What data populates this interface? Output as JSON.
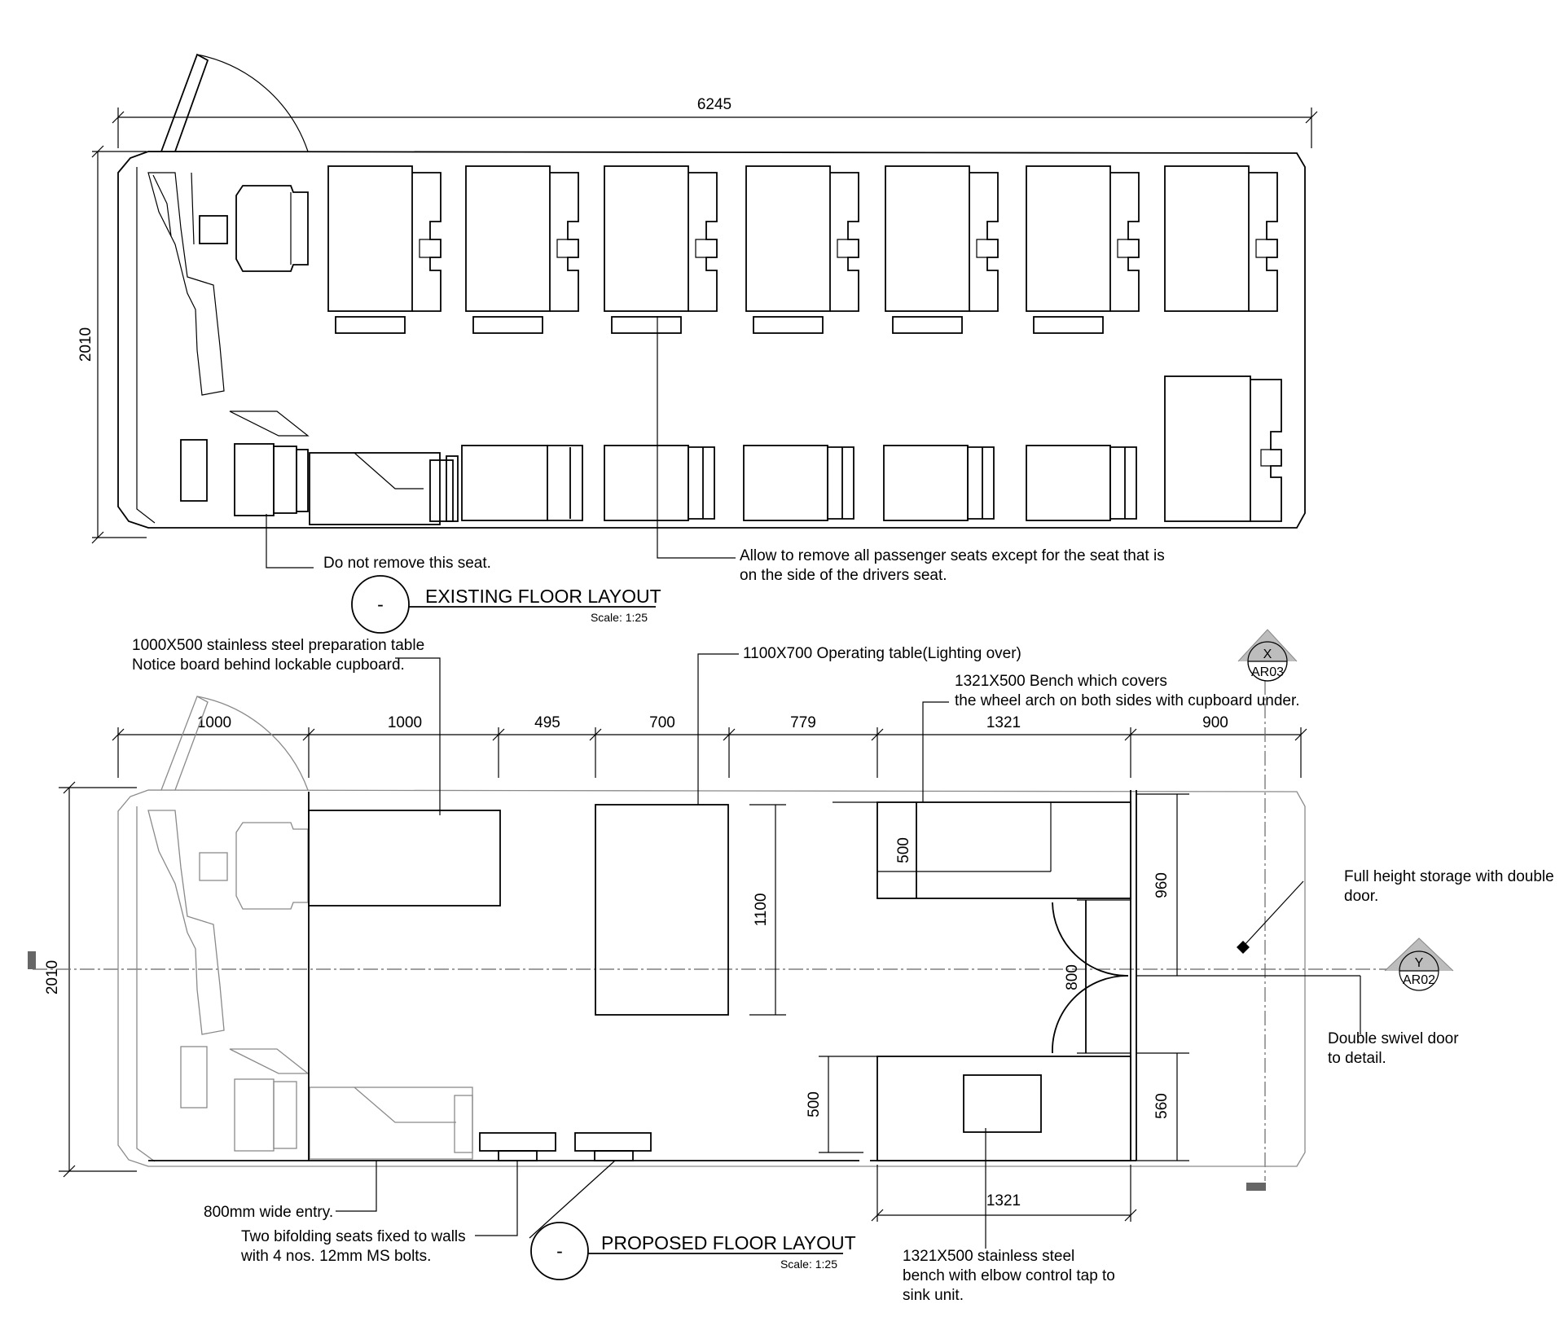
{
  "existing": {
    "overall_length": "6245",
    "overall_width": "2010",
    "title": "EXISTING FLOOR LAYOUT",
    "scale": "Scale: 1:25",
    "marker": "-",
    "notes": {
      "keep_seat": "Do not remove this seat.",
      "remove_seats_line1": "Allow to remove all passenger seats except for the seat that is",
      "remove_seats_line2": "on the side of the drivers seat."
    }
  },
  "proposed": {
    "title": "PROPOSED FLOOR LAYOUT",
    "scale": "Scale: 1:25",
    "marker": "-",
    "overall_width": "2010",
    "top_dims": [
      "1000",
      "1000",
      "495",
      "700",
      "779",
      "1321",
      "900"
    ],
    "dims": {
      "table_length": "1100",
      "bench_depth_top": "500",
      "storage_depth": "960",
      "door_width": "800",
      "bench_depth_bottom_outer": "500",
      "sink_depth": "560",
      "sink_length": "1321"
    },
    "sections": [
      {
        "letter": "X",
        "ref": "AR03"
      },
      {
        "letter": "Y",
        "ref": "AR02"
      }
    ],
    "notes": {
      "prep_table_line1": "1000X500 stainless steel preparation table",
      "prep_table_line2": "Notice board behind lockable cupboard.",
      "operating_table": "1100X700 Operating table(Lighting over)",
      "bench_line1": "1321X500 Bench which covers",
      "bench_line2": "the wheel arch on both sides with cupboard under.",
      "storage_line1": "Full height storage with double",
      "storage_line2": "door.",
      "swivel_line1": "Double swivel door",
      "swivel_line2": "to detail.",
      "entry": "800mm wide entry.",
      "seats_line1": "Two bifolding seats fixed to walls",
      "seats_line2": "with 4 nos. 12mm MS bolts.",
      "sink_line1": "1321X500 stainless steel",
      "sink_line2": "bench with elbow control tap to",
      "sink_line3": "sink unit."
    }
  }
}
